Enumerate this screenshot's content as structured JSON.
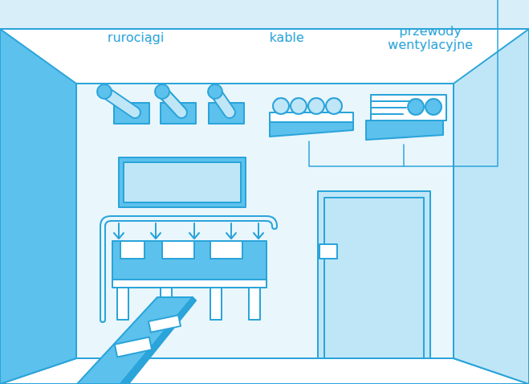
{
  "diagram": {
    "labels": [
      "rurociągi",
      "kable",
      "przewody wentylacyjne"
    ]
  }
}
